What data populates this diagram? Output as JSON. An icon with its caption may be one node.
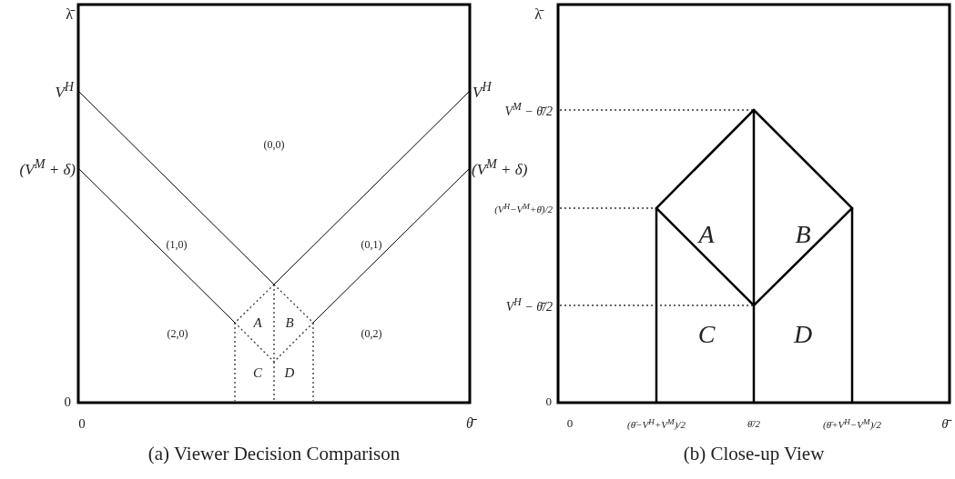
{
  "diagram": {
    "labels": [
      "λ̄",
      "V$^{H}$",
      "V$^{H}$",
      "(V$^{M}$ + δ)",
      "(V$^{M}$ + δ)",
      "(0,0)",
      "(1,0)",
      "(0,1)",
      "(2,0)",
      "A",
      "B",
      "(0,2)",
      "C",
      "D",
      "0",
      "0",
      "θ̄",
      "(a)  Viewer Decision Comparison",
      "λ̄",
      "V$^{M}$ − θ̄/2",
      "(V$^{H}$−V$^{M}$+θ̄)/2",
      "A",
      "B",
      "V$^{H}$ − θ̄/2",
      "C",
      "D",
      "0",
      "0",
      "(θ̄−V$^{H}$+V$^{M}$)/2",
      "θ̄/2",
      "(θ̄+V$^{H}$−V$^{M}$)/2",
      "θ̄",
      "(b)  Close-up View"
    ]
  }
}
